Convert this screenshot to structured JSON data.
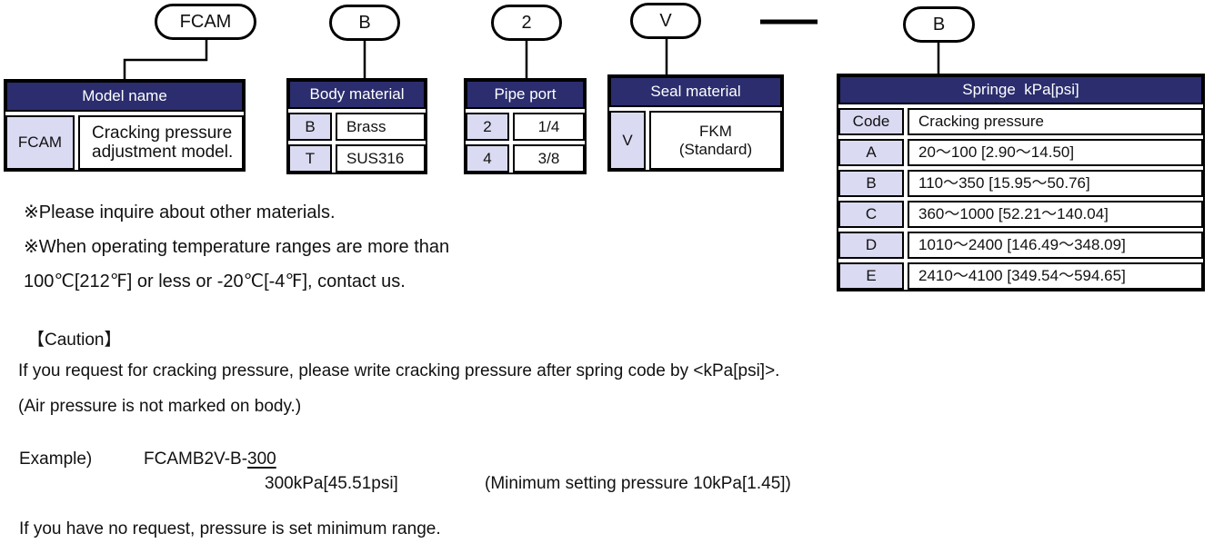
{
  "colors": {
    "table_header_bg": "#2b2d6e",
    "table_header_text": "#ffffff",
    "code_cell_bg": "#dadaf2",
    "border": "#000000"
  },
  "code_bubbles": [
    {
      "id": "model",
      "label": "FCAM"
    },
    {
      "id": "body",
      "label": "B"
    },
    {
      "id": "pipe",
      "label": "2"
    },
    {
      "id": "seal",
      "label": "V"
    },
    {
      "id": "spring",
      "label": "B"
    }
  ],
  "code_separator": "-",
  "tables": {
    "model": {
      "header": "Model name",
      "rows": [
        {
          "code": "FCAM",
          "value": "Cracking pressure adjustment model."
        }
      ]
    },
    "body": {
      "header": "Body material",
      "rows": [
        {
          "code": "B",
          "value": "Brass"
        },
        {
          "code": "T",
          "value": "SUS316"
        }
      ]
    },
    "pipe": {
      "header": "Pipe port",
      "rows": [
        {
          "code": "2",
          "value": "1/4"
        },
        {
          "code": "4",
          "value": "3/8"
        }
      ]
    },
    "seal": {
      "header": "Seal material",
      "rows": [
        {
          "code": "V",
          "value": "FKM\n(Standard)"
        }
      ]
    },
    "spring": {
      "header": "Springe  kPa[psi]",
      "columns": {
        "code": "Code",
        "value": "Cracking pressure"
      },
      "rows": [
        {
          "code": "A",
          "value": "20～100 [2.90～14.50]"
        },
        {
          "code": "B",
          "value": "110～350 [15.95～50.76]"
        },
        {
          "code": "C",
          "value": "360～1000 [52.21～140.04]"
        },
        {
          "code": "D",
          "value": "1010～2400 [146.49～348.09]"
        },
        {
          "code": "E",
          "value": "2410～4100 [349.54～594.65]"
        }
      ]
    }
  },
  "notes": {
    "line1": "※Please inquire about other materials.",
    "line2": "※When operating temperature ranges are more than",
    "line3": "100℃[212℉] or less or -20℃[-4℉], contact us."
  },
  "caution": {
    "title": "【Caution】",
    "line1": "If you request for cracking pressure, please write cracking pressure after spring code by <kPa[psi]>.",
    "line2": "(Air pressure is not marked on body.)"
  },
  "example": {
    "label": "Example)",
    "model_prefix": "FCAMB2V-B-",
    "model_suffix_underlined": "300",
    "pressure": "300kPa[45.51psi]",
    "note": "(Minimum setting pressure 10kPa[1.45])",
    "footer": "If you have no request, pressure is set minimum range."
  }
}
